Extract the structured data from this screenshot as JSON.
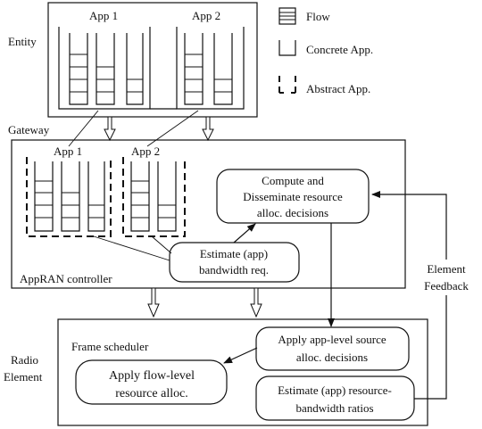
{
  "legend": {
    "flow": "Flow",
    "concrete": "Concrete App.",
    "abstract": "Abstract App."
  },
  "entity": {
    "label": "Entity",
    "app1": "App 1",
    "app2": "App 2"
  },
  "gateway": {
    "label": "Gateway",
    "app1": "App 1",
    "app2": "App 2",
    "controller_label": "AppRAN controller",
    "compute_line1": "Compute and",
    "compute_line2": "Disseminate resource",
    "compute_line3": "alloc. decisions",
    "estimate_line1": "Estimate (app)",
    "estimate_line2": "bandwidth req."
  },
  "radio": {
    "label_line1": "Radio",
    "label_line2": "Element",
    "scheduler_label": "Frame scheduler",
    "apply_app_line1": "Apply app-level source",
    "apply_app_line2": "alloc. decisions",
    "apply_flow_line1": "Apply flow-level",
    "apply_flow_line2": "resource alloc.",
    "estimate_ratio_line1": "Estimate (app) resource-",
    "estimate_ratio_line2": "bandwidth ratios"
  },
  "feedback": {
    "line1": "Element",
    "line2": "Feedback"
  }
}
